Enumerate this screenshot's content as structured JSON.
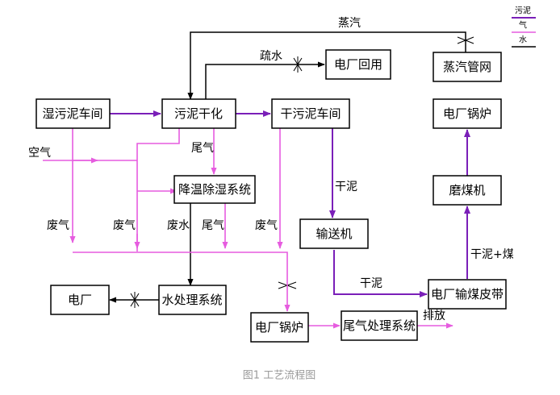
{
  "legend": {
    "sludge": "污泥",
    "gas": "气",
    "water": "水"
  },
  "colors": {
    "sludge": "#7a1fb8",
    "gas": "#e65cdf",
    "water": "#000000"
  },
  "boxes": {
    "wet_sludge_workshop": "湿污泥车间",
    "sludge_drying": "污泥干化",
    "dry_sludge_workshop": "干污泥车间",
    "plant_reuse": "电厂回用",
    "steam_network": "蒸汽管网",
    "plant_boiler_top": "电厂锅炉",
    "coal_mill": "磨煤机",
    "cooling_dehumidify": "降温除湿系统",
    "conveyor": "输送机",
    "power_plant": "电厂",
    "water_treatment": "水处理系统",
    "plant_boiler_bottom": "电厂锅炉",
    "tail_gas_treatment": "尾气处理系统",
    "coal_belt": "电厂输煤皮带"
  },
  "labels": {
    "steam": "蒸汽",
    "drain_water": "疏水",
    "air": "空气",
    "tail_gas_1": "尾气",
    "waste_gas_1": "废气",
    "waste_gas_2": "废气",
    "waste_water": "废水",
    "tail_gas_2": "尾气",
    "waste_gas_3": "废气",
    "dry_sludge_1": "干泥",
    "dry_sludge_2": "干泥",
    "sludge_coal": "干泥+煤",
    "discharge": "排放"
  },
  "caption": "图1 工艺流程图"
}
